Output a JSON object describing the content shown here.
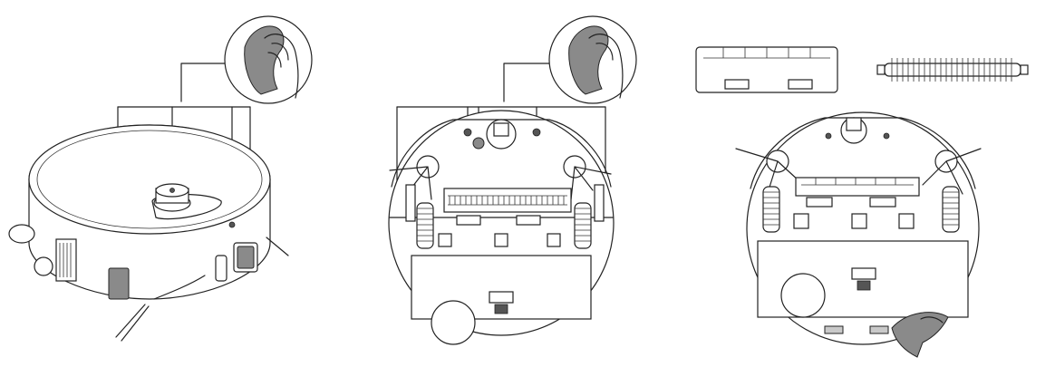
{
  "figure": {
    "panels": [
      {
        "name": "robot-top-view"
      },
      {
        "name": "robot-bottom-view"
      },
      {
        "name": "robot-bottom-brushes-removed"
      }
    ],
    "icons": [
      "cloth-wipe-icon",
      "main-brush-cover-icon",
      "main-brush-icon",
      "side-brush-icon",
      "wheel-icon",
      "cliff-sensor-icon",
      "caster-wheel-icon",
      "mop-pad-icon"
    ],
    "colors": {
      "line": "#222222",
      "highlight": "#8a8a8a",
      "background": "#ffffff"
    }
  }
}
